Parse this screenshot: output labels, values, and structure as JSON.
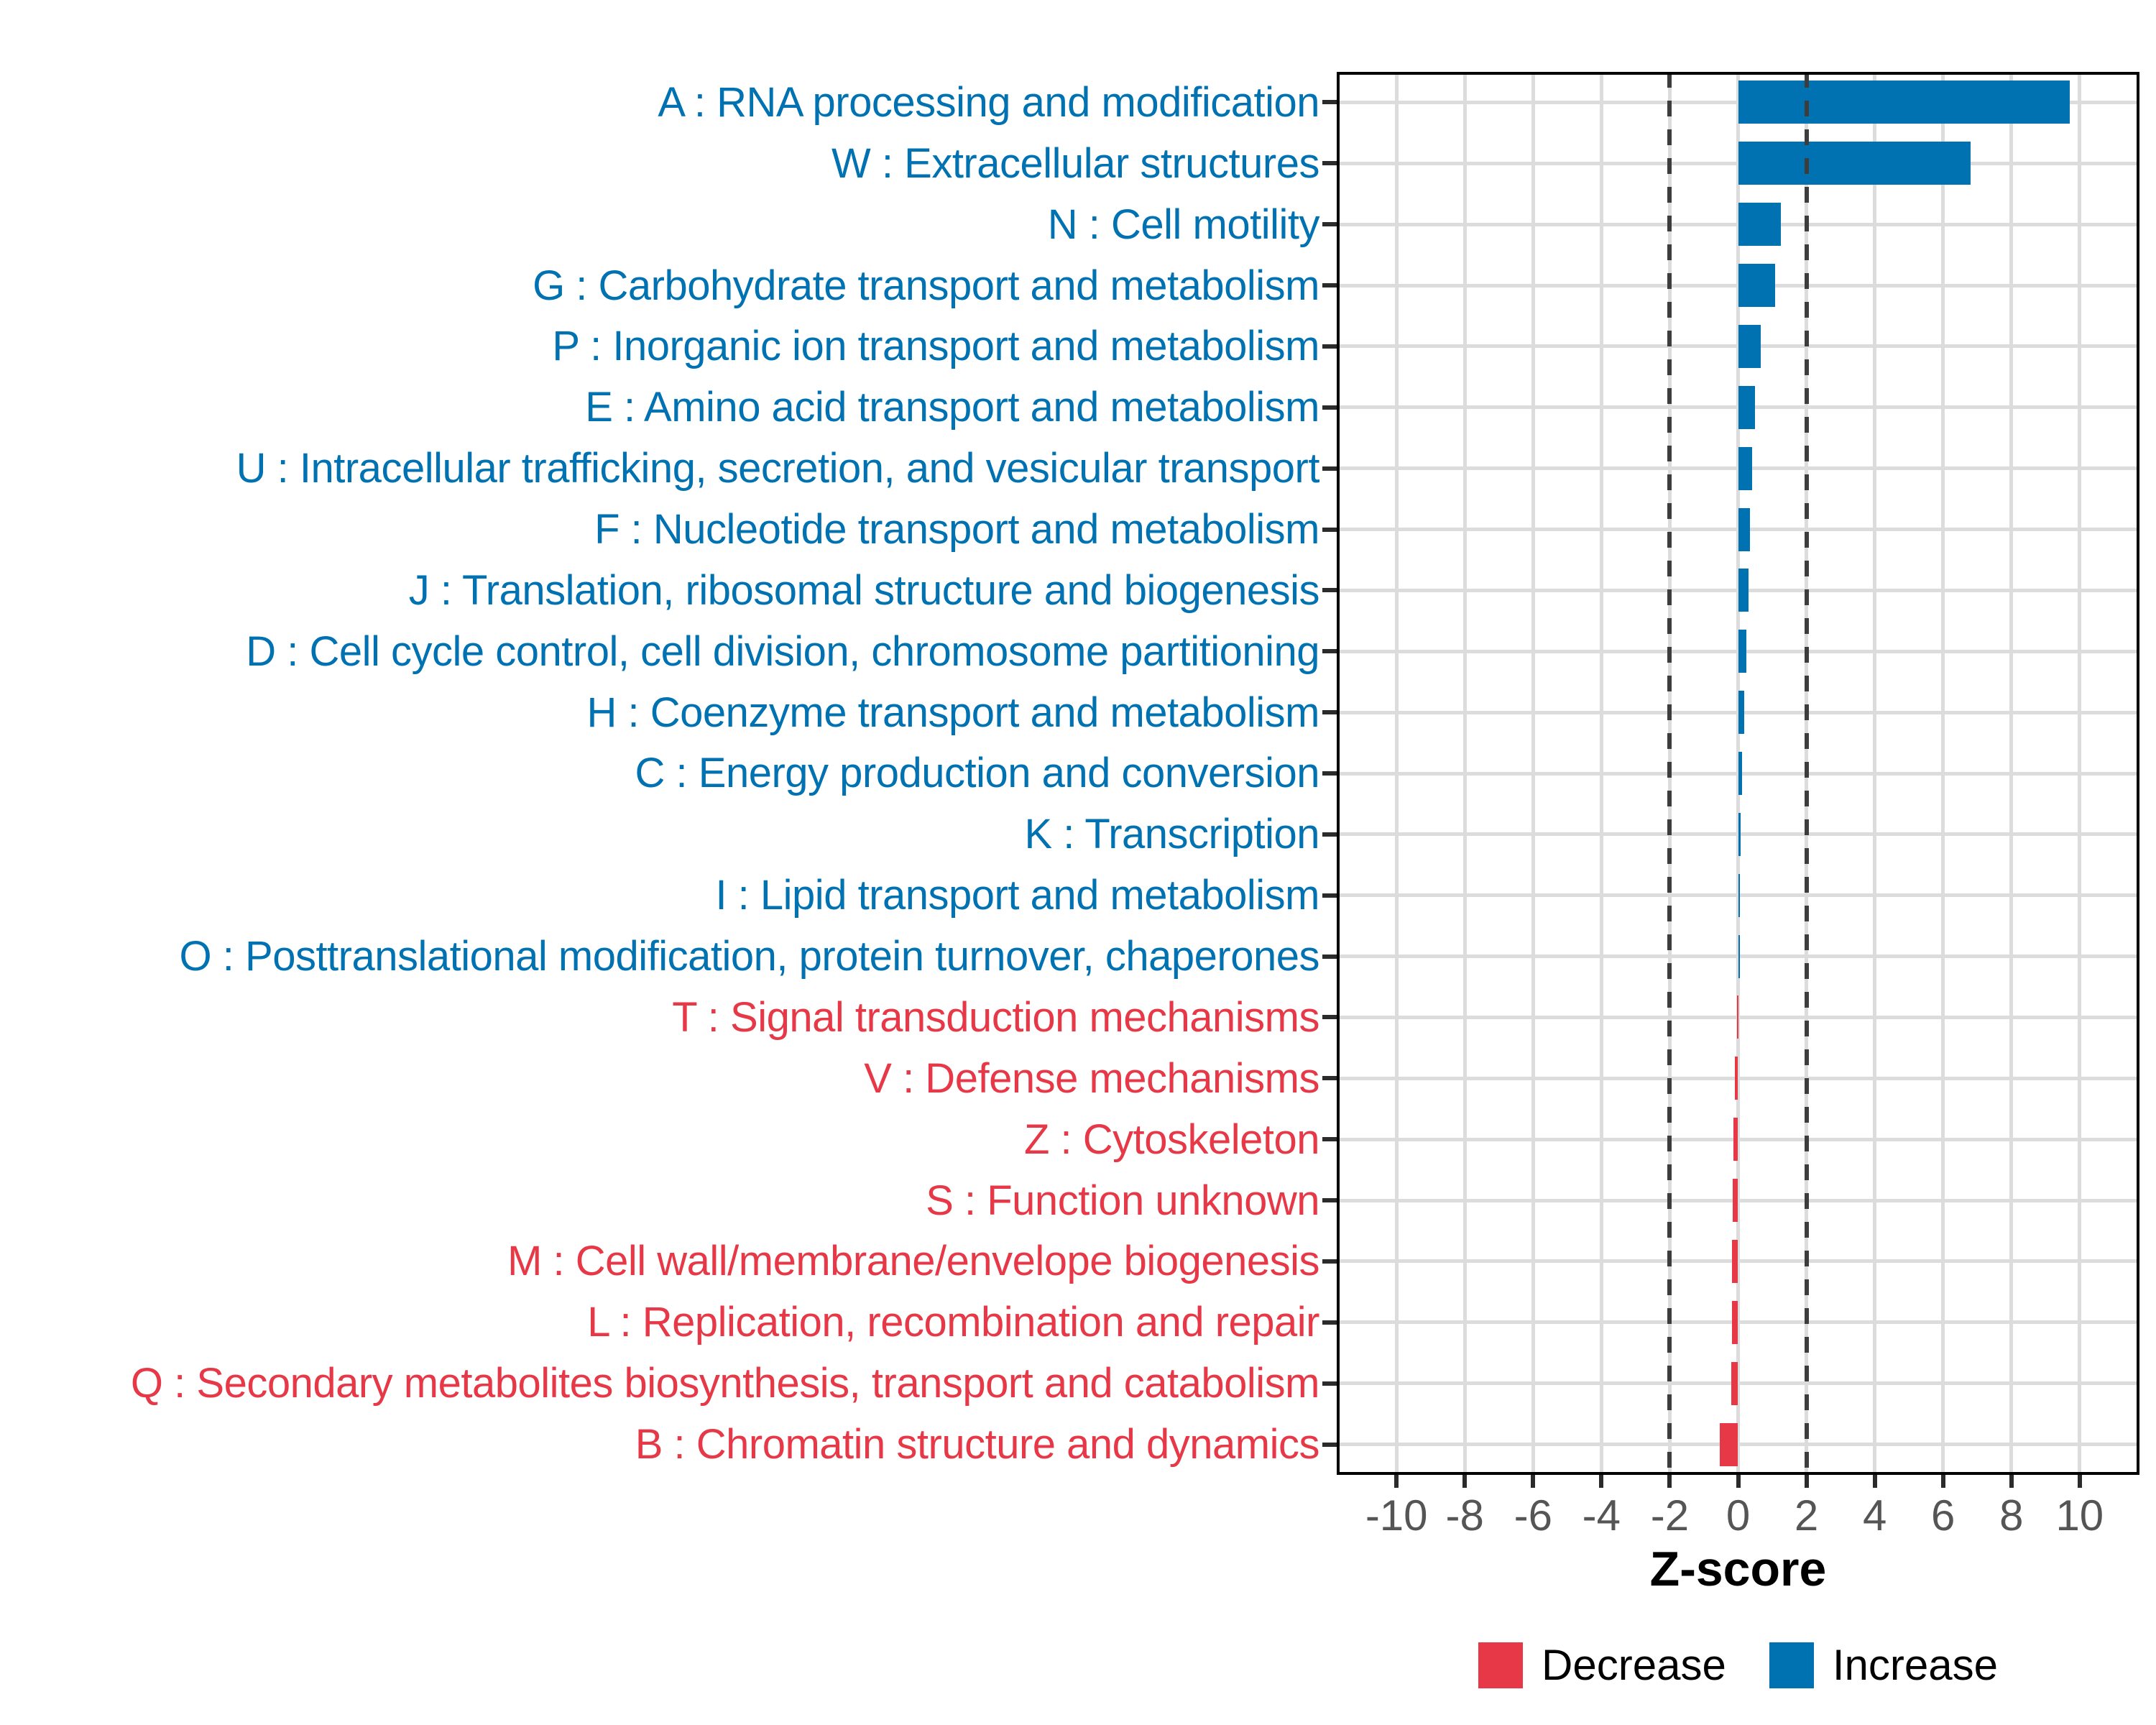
{
  "chart_data": {
    "type": "bar",
    "orientation": "horizontal",
    "title": "",
    "xlabel": "Z-score",
    "ylabel": "",
    "xlim": [
      -11.75,
      11.75
    ],
    "x_ticks": [
      -10,
      -8,
      -6,
      -4,
      -2,
      0,
      2,
      4,
      6,
      8,
      10
    ],
    "reference_lines_x": [
      -2,
      2
    ],
    "grid": true,
    "legend_position": "bottom-center",
    "bar_colors": {
      "Increase": "#0072B2",
      "Decrease": "#E73847"
    },
    "categories": [
      {
        "code": "A",
        "label": "A : RNA processing and modification",
        "value": 9.7,
        "group": "Increase"
      },
      {
        "code": "W",
        "label": "W : Extracellular structures",
        "value": 6.8,
        "group": "Increase"
      },
      {
        "code": "N",
        "label": "N : Cell motility",
        "value": 1.25,
        "group": "Increase"
      },
      {
        "code": "G",
        "label": "G : Carbohydrate transport and metabolism",
        "value": 1.08,
        "group": "Increase"
      },
      {
        "code": "P",
        "label": "P : Inorganic ion transport and metabolism",
        "value": 0.67,
        "group": "Increase"
      },
      {
        "code": "E",
        "label": "E : Amino acid transport and metabolism",
        "value": 0.5,
        "group": "Increase"
      },
      {
        "code": "U",
        "label": "U : Intracellular trafficking, secretion, and vesicular transport",
        "value": 0.41,
        "group": "Increase"
      },
      {
        "code": "F",
        "label": "F : Nucleotide transport and metabolism",
        "value": 0.35,
        "group": "Increase"
      },
      {
        "code": "J",
        "label": "J : Translation, ribosomal structure and biogenesis",
        "value": 0.3,
        "group": "Increase"
      },
      {
        "code": "D",
        "label": "D : Cell cycle control, cell division, chromosome partitioning",
        "value": 0.25,
        "group": "Increase"
      },
      {
        "code": "H",
        "label": "H : Coenzyme transport and metabolism",
        "value": 0.17,
        "group": "Increase"
      },
      {
        "code": "C",
        "label": "C : Energy production and conversion",
        "value": 0.11,
        "group": "Increase"
      },
      {
        "code": "K",
        "label": "K : Transcription",
        "value": 0.07,
        "group": "Increase"
      },
      {
        "code": "I",
        "label": "I : Lipid transport and metabolism",
        "value": 0.04,
        "group": "Increase"
      },
      {
        "code": "O",
        "label": "O : Posttranslational modification, protein turnover, chaperones",
        "value": 0.015,
        "group": "Increase"
      },
      {
        "code": "T",
        "label": "T : Signal transduction mechanisms",
        "value": -0.03,
        "group": "Decrease"
      },
      {
        "code": "V",
        "label": "V : Defense mechanisms",
        "value": -0.1,
        "group": "Decrease"
      },
      {
        "code": "Z",
        "label": "Z : Cytoskeleton",
        "value": -0.14,
        "group": "Decrease"
      },
      {
        "code": "S",
        "label": "S : Function unknown",
        "value": -0.16,
        "group": "Decrease"
      },
      {
        "code": "M",
        "label": "M : Cell wall/membrane/envelope biogenesis",
        "value": -0.17,
        "group": "Decrease"
      },
      {
        "code": "L",
        "label": "L : Replication, recombination and repair",
        "value": -0.18,
        "group": "Decrease"
      },
      {
        "code": "Q",
        "label": "Q : Secondary metabolites biosynthesis, transport and catabolism",
        "value": -0.19,
        "group": "Decrease"
      },
      {
        "code": "B",
        "label": "B : Chromatin structure and dynamics",
        "value": -0.53,
        "group": "Decrease"
      }
    ]
  },
  "axis": {
    "x_tick_labels": [
      "-10",
      "-8",
      "-6",
      "-4",
      "-2",
      "0",
      "2",
      "4",
      "6",
      "8",
      "10"
    ],
    "x_title": "Z-score"
  },
  "legend": {
    "items": [
      {
        "label": "Decrease",
        "color": "#E73847"
      },
      {
        "label": "Increase",
        "color": "#0072B2"
      }
    ]
  },
  "colors": {
    "background": "#ffffff",
    "grid": "#dcdcdc",
    "panel_border": "#000000",
    "tick": "#2b2b2b",
    "tick_label": "#555555",
    "axis_title": "#000000",
    "reference_line": "#3d3d3d",
    "increase": "#0072B2",
    "decrease": "#E73847"
  }
}
